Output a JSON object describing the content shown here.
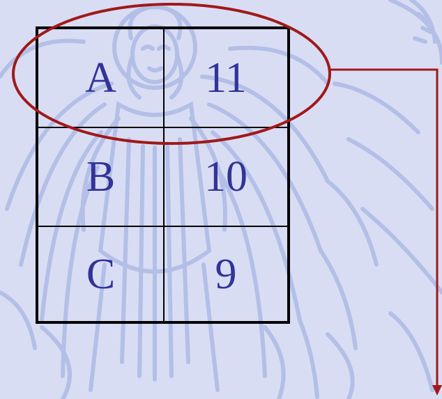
{
  "table": {
    "rows": [
      {
        "letter": "A",
        "value": "11"
      },
      {
        "letter": "B",
        "value": "10"
      },
      {
        "letter": "C",
        "value": "9"
      }
    ]
  },
  "highlight": {
    "row_index": 0,
    "color": "#a01919"
  },
  "colors": {
    "background": "#d8ddf3",
    "watermark": "#b3bfe7",
    "text": "#333399",
    "grid": "#000000"
  }
}
